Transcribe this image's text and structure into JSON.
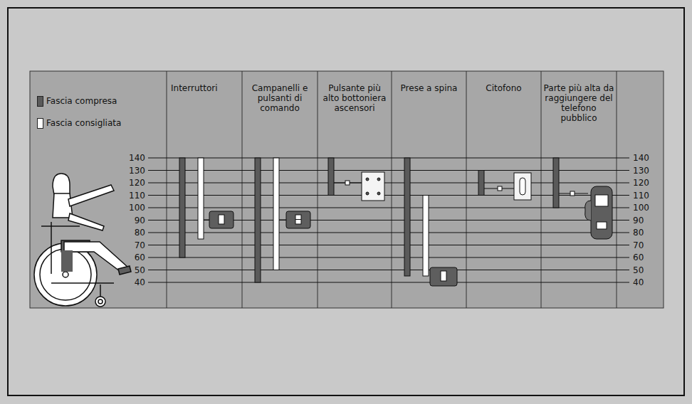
{
  "diagram": {
    "labels": [
      "Interruttori",
      "Campanelli e pulsanti di comando",
      "Pulsante più alto bottoniera ascensori",
      "Prese a spina",
      "Citofono",
      "Parte più alta da raggiungere del telefono pubblico",
      "140",
      "130",
      "120",
      "110",
      "100",
      "90",
      "80",
      "70",
      "60",
      "50",
      "40",
      "140",
      "130",
      "120",
      "110",
      "100",
      "90",
      "80",
      "70",
      "60",
      "50",
      "40"
    ],
    "legend": [
      {
        "text": "Fascia compresa",
        "color": "#5a5a5a"
      },
      {
        "text": "Fascia consigliata",
        "color": "#ffffff"
      }
    ]
  }
}
